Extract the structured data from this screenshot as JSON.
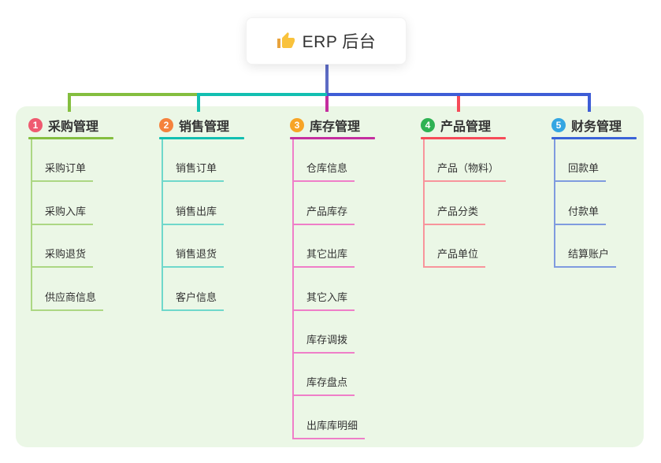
{
  "root": {
    "label": "ERP 后台",
    "icon": "thumbs-up"
  },
  "branches": [
    {
      "num": "1",
      "label": "采购管理",
      "badge_color": "#EF5A70",
      "line_color": "#84BE3F",
      "child_line_color": "#ACD783",
      "children": [
        "采购订单",
        "采购入库",
        "采购退货",
        "供应商信息"
      ]
    },
    {
      "num": "2",
      "label": "销售管理",
      "badge_color": "#F5823D",
      "line_color": "#12BFB1",
      "child_line_color": "#6FD8CB",
      "children": [
        "销售订单",
        "销售出库",
        "销售退货",
        "客户信息"
      ]
    },
    {
      "num": "3",
      "label": "库存管理",
      "badge_color": "#F7A426",
      "line_color": "#C42E9F",
      "child_line_color": "#EF7EC8",
      "children": [
        "仓库信息",
        "产品库存",
        "其它出库",
        "其它入库",
        "库存调拨",
        "库存盘点",
        "出库库明细"
      ]
    },
    {
      "num": "4",
      "label": "产品管理",
      "badge_color": "#2EB253",
      "line_color": "#F64B59",
      "child_line_color": "#F8949C",
      "children": [
        "产品（物料）",
        "产品分类",
        "产品单位"
      ]
    },
    {
      "num": "5",
      "label": "财务管理",
      "badge_color": "#34A6E2",
      "line_color": "#3A63D8",
      "child_line_color": "#7F9BDF",
      "children": [
        "回款单",
        "付款单",
        "结算账户"
      ]
    }
  ],
  "colors": {
    "root_drop": "#5D6BC4",
    "trunk_green": "#84BE3F",
    "trunk_teal": "#12BFB1",
    "trunk_blue": "#3E5DD6",
    "drop_magenta": "#C42E9F",
    "drop_red": "#F64B59",
    "panel_bg": "#EBF7E6",
    "icon_yellow": "#F9C23C"
  }
}
